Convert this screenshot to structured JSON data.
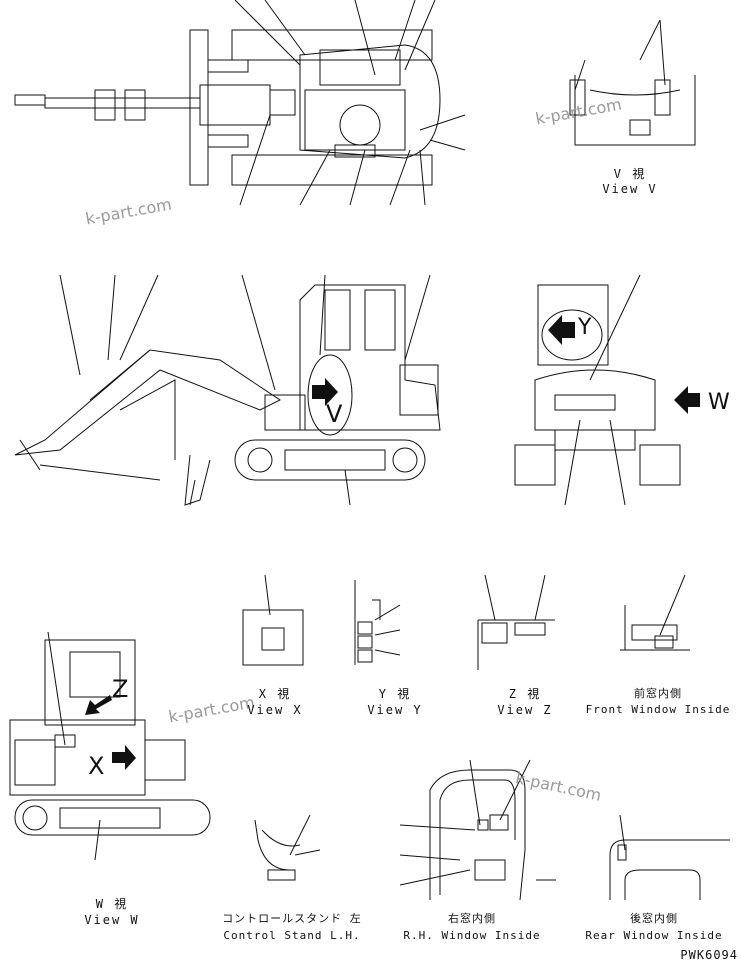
{
  "watermark": "k-part.com",
  "views": {
    "v": {
      "jp": "V 視",
      "en": "View V"
    },
    "x": {
      "jp": "X 視",
      "en": "View X"
    },
    "y": {
      "jp": "Y 視",
      "en": "View Y"
    },
    "z": {
      "jp": "Z 視",
      "en": "View Z"
    },
    "w": {
      "jp": "W 視",
      "en": "View W"
    },
    "front_window": {
      "jp": "前窓内側",
      "en": "Front Window Inside"
    },
    "control_stand": {
      "jp": "コントロールスタンド 左",
      "en": "Control Stand L.H."
    },
    "rh_window": {
      "jp": "右窓内側",
      "en": "R.H. Window Inside"
    },
    "rear_window": {
      "jp": "後窓内側",
      "en": "Rear Window Inside"
    }
  },
  "markers": {
    "v": "V",
    "w": "W",
    "x": "X",
    "y": "Y",
    "z": "Z"
  },
  "drawing_number": "PWK6094"
}
